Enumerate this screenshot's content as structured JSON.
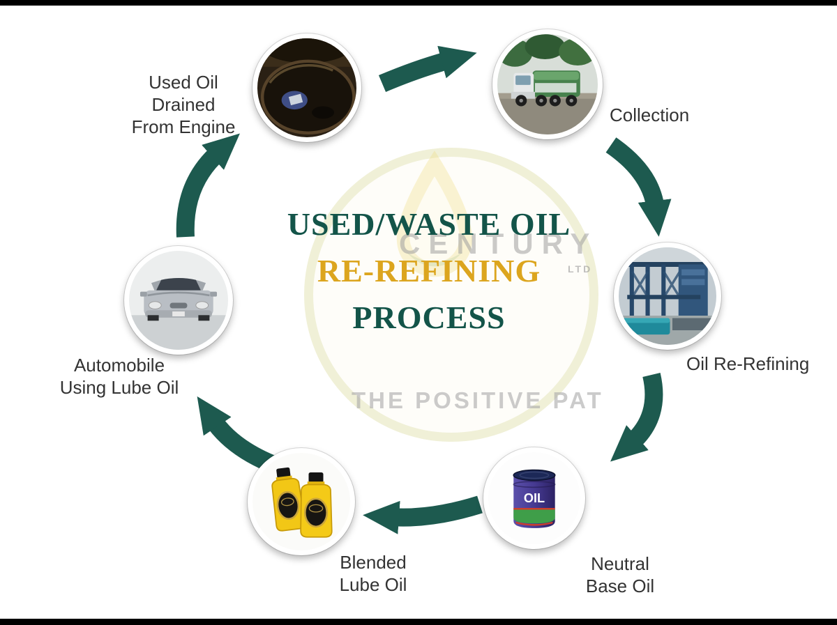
{
  "title": {
    "line1": "USED/WASTE OIL",
    "line2": "RE-REFINING",
    "line3": "PROCESS"
  },
  "watermark": {
    "company": "CENTURY",
    "suffix": "LTD",
    "tagline": "THE POSITIVE PAT"
  },
  "nodes": [
    {
      "id": "used-oil-drained",
      "label": "Used Oil\nDrained\nFrom Engine"
    },
    {
      "id": "collection",
      "label": "Collection"
    },
    {
      "id": "oil-re-refining",
      "label": "Oil Re-Refining"
    },
    {
      "id": "neutral-base-oil",
      "label": "Neutral\nBase Oil",
      "image_text": "OIL"
    },
    {
      "id": "blended-lube-oil",
      "label": "Blended\nLube Oil"
    },
    {
      "id": "automobile",
      "label": "Automobile\nUsing Lube Oil"
    }
  ],
  "colors": {
    "arrow_color": "#1d5a4f",
    "title_color": "#135449",
    "highlight_color": "#dca51e",
    "label_color": "#333333"
  }
}
